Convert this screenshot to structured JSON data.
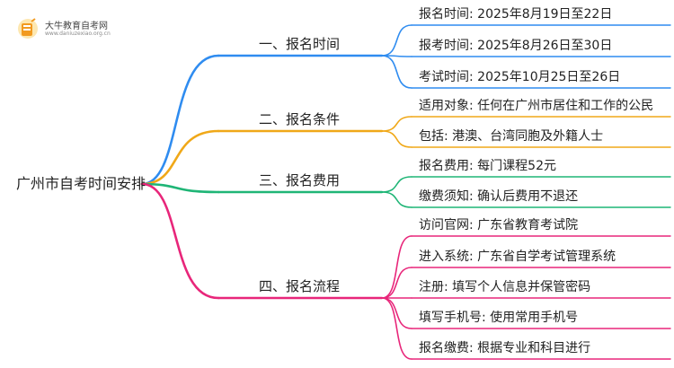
{
  "logo": {
    "title": "大牛教育自考网",
    "subtitle": "www.daniuzexiao.org.cn"
  },
  "mindmap": {
    "root": "广州市自考时间安排",
    "colors": {
      "blue": "#2f8cf0",
      "orange": "#f0a818",
      "green": "#1fb576",
      "pink": "#e8267a"
    },
    "branches": [
      {
        "label": "一、报名时间",
        "color": "blue",
        "children": [
          "报名时间: 2025年8月19日至22日",
          "报考时间: 2025年8月26日至30日",
          "考试时间: 2025年10月25日至26日"
        ]
      },
      {
        "label": "二、报名条件",
        "color": "orange",
        "children": [
          "适用对象: 任何在广州市居住和工作的公民",
          "包括: 港澳、台湾同胞及外籍人士"
        ]
      },
      {
        "label": "三、报名费用",
        "color": "green",
        "children": [
          "报名费用: 每门课程52元",
          "缴费须知: 确认后费用不退还"
        ]
      },
      {
        "label": "四、报名流程",
        "color": "pink",
        "children": [
          "访问官网: 广东省教育考试院",
          "进入系统: 广东省自学考试管理系统",
          "注册: 填写个人信息并保管密码",
          "填写手机号: 使用常用手机号",
          "报名缴费: 根据专业和科目进行"
        ]
      }
    ]
  }
}
